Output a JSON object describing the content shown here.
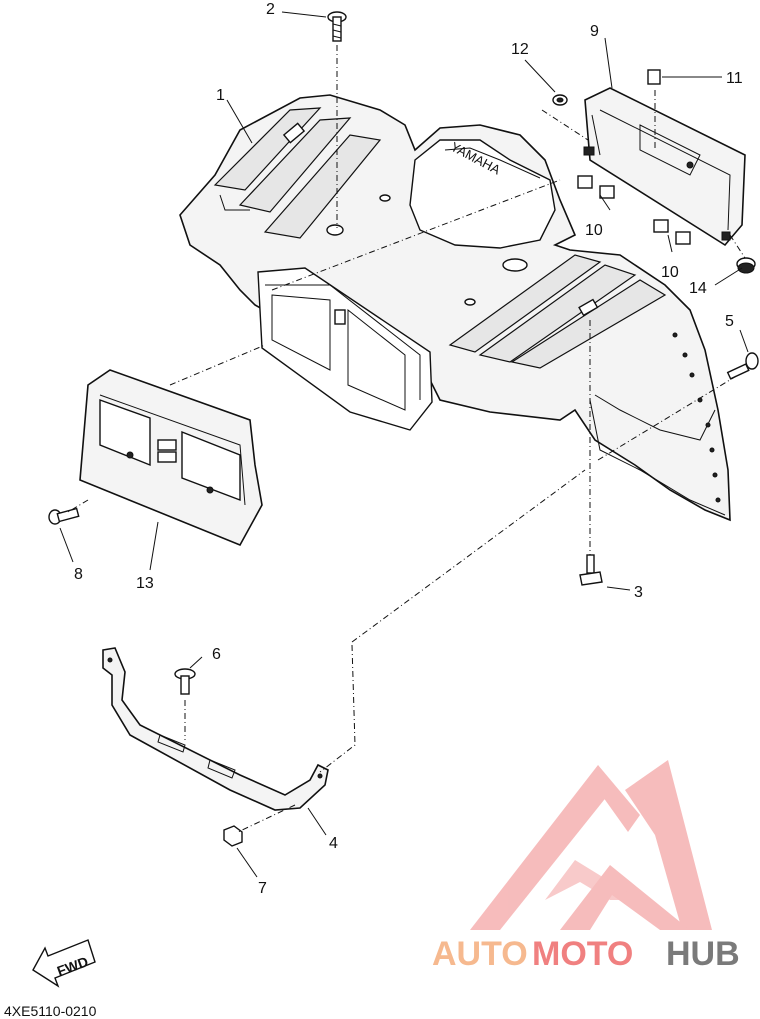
{
  "diagram": {
    "drawing_code": "4XE5110-0210",
    "brand_mark": "YAMAHA",
    "direction_label": "FWD",
    "callouts": [
      {
        "id": "c1",
        "label": "1"
      },
      {
        "id": "c2",
        "label": "2"
      },
      {
        "id": "c3",
        "label": "3"
      },
      {
        "id": "c4",
        "label": "4"
      },
      {
        "id": "c5",
        "label": "5"
      },
      {
        "id": "c6",
        "label": "6"
      },
      {
        "id": "c7",
        "label": "7"
      },
      {
        "id": "c8",
        "label": "8"
      },
      {
        "id": "c9",
        "label": "9"
      },
      {
        "id": "c10a",
        "label": "10"
      },
      {
        "id": "c10b",
        "label": "10"
      },
      {
        "id": "c11",
        "label": "11"
      },
      {
        "id": "c12",
        "label": "12"
      },
      {
        "id": "c13",
        "label": "13"
      },
      {
        "id": "c14",
        "label": "14"
      }
    ]
  },
  "watermark": {
    "part1": "AUTO",
    "part2": "MOTO",
    "part3": "HUB",
    "colors": {
      "auto": "#f6b98f",
      "moto": "#f08080",
      "hub": "#7a7a7a",
      "logo": "#f4a6a6"
    }
  }
}
